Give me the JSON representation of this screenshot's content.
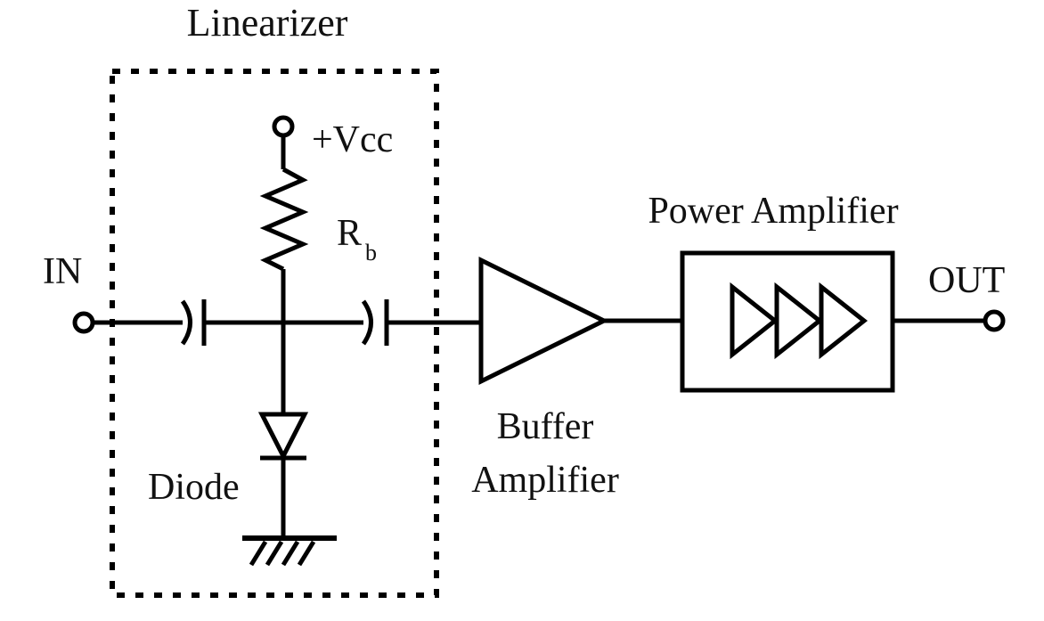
{
  "diagram": {
    "linearizer_label": "Linearizer",
    "vcc_label": "+Vcc",
    "resistor_label": "R",
    "resistor_subscript": "b",
    "input_label": "IN",
    "output_label": "OUT",
    "diode_label": "Diode",
    "buffer_label_line1": "Buffer",
    "buffer_label_line2": "Amplifier",
    "power_amp_label": "Power Amplifier"
  },
  "colors": {
    "ink": "#000000",
    "background": "#ffffff"
  }
}
